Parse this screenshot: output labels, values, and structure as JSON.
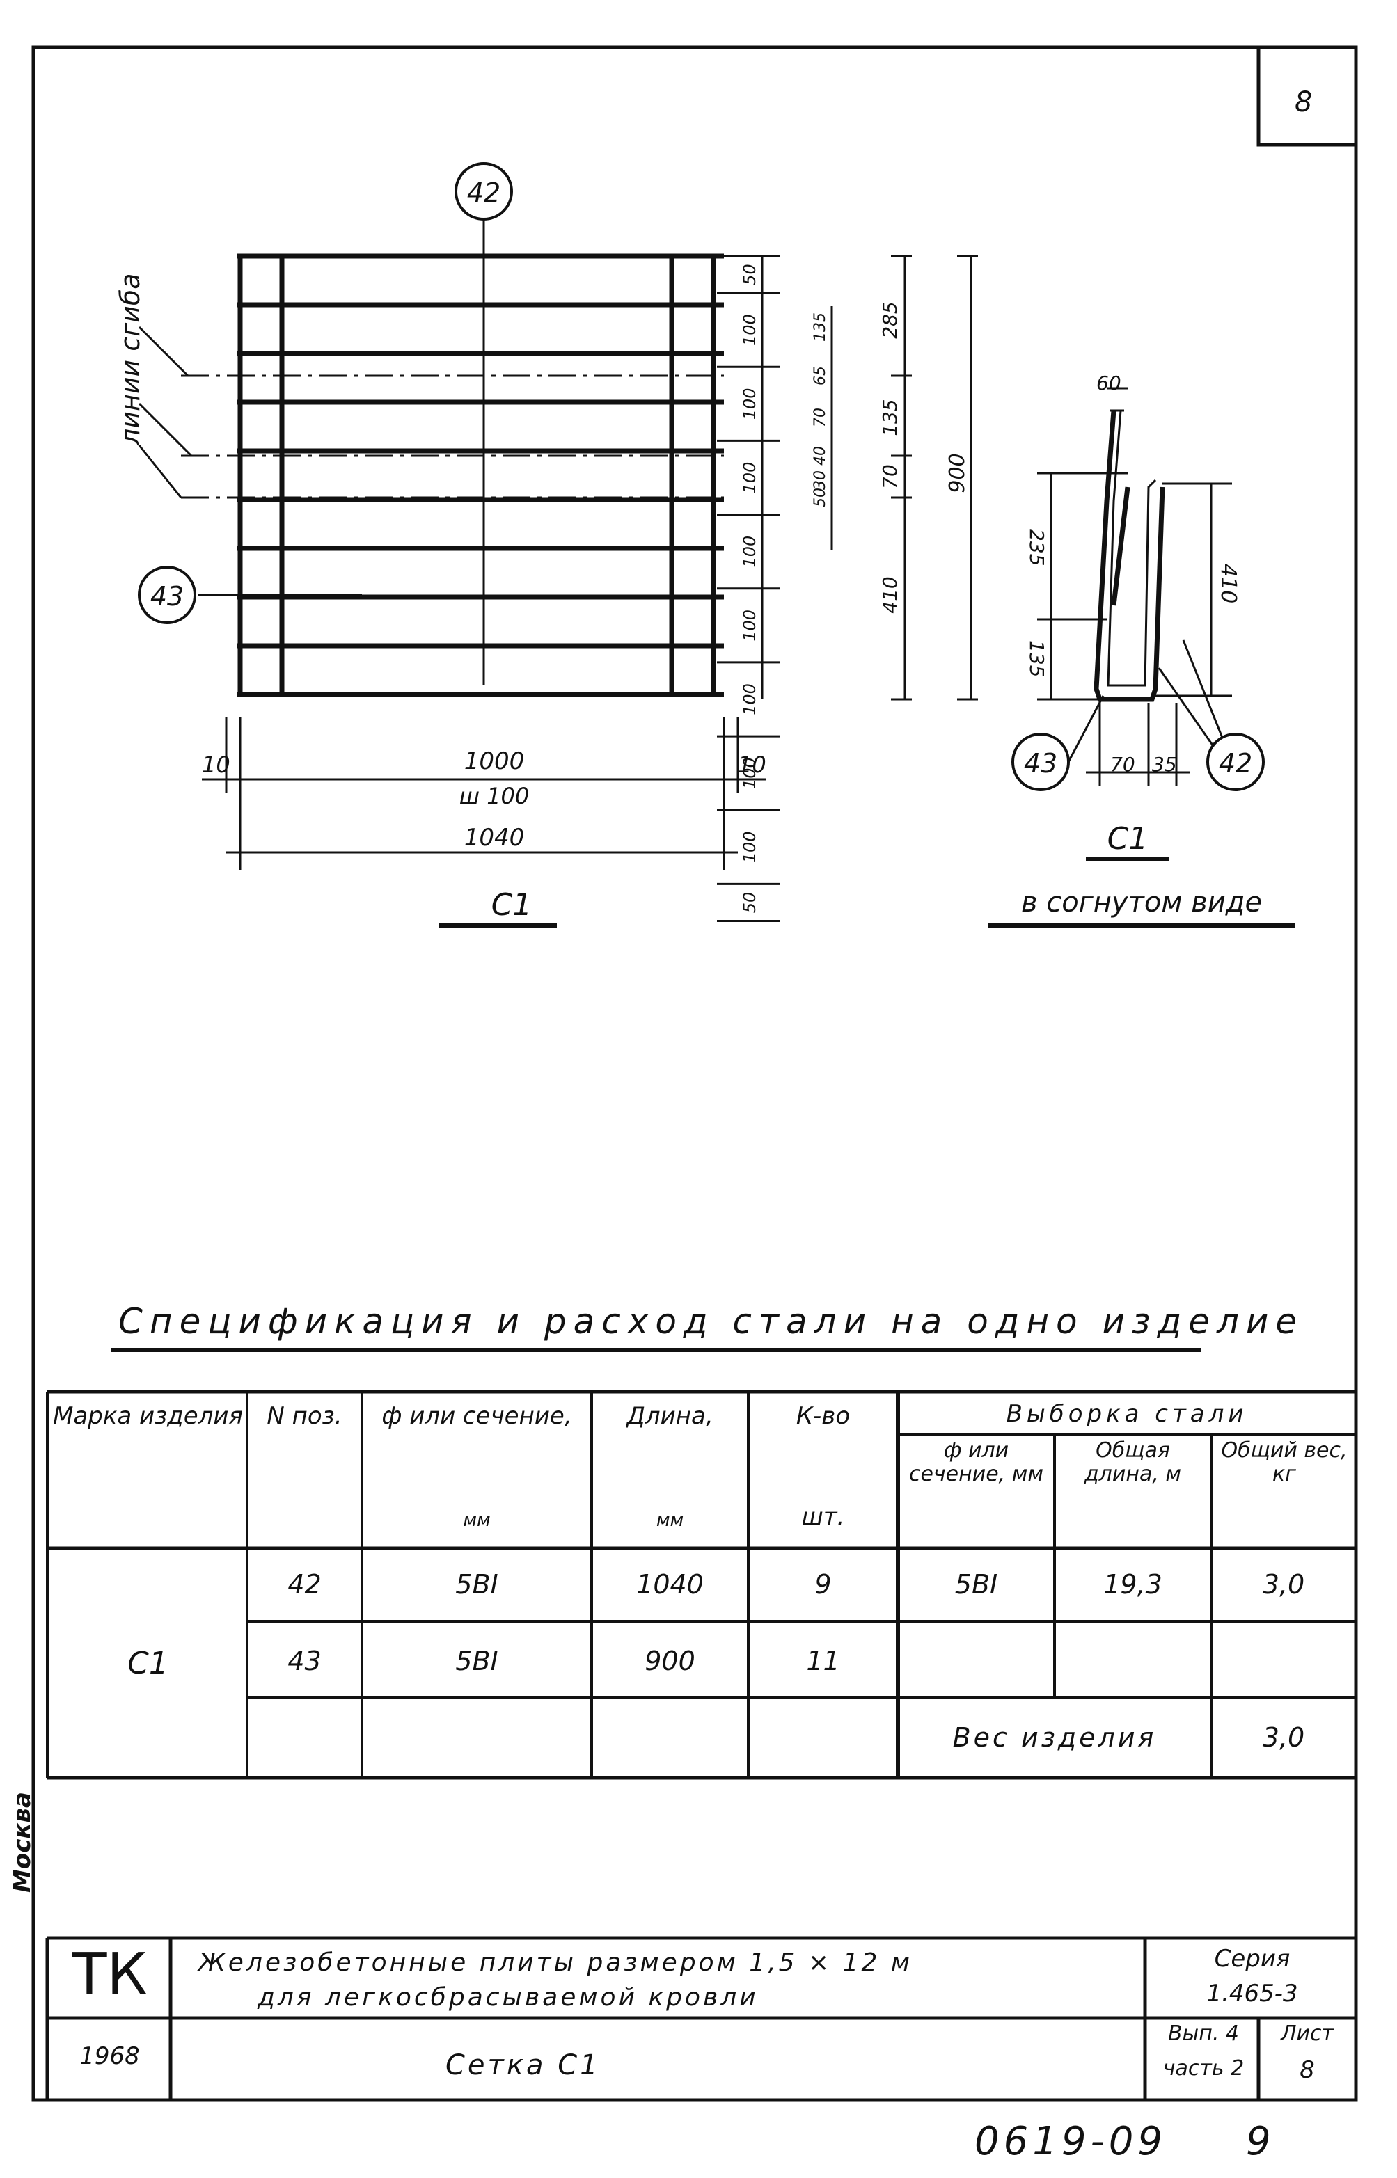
{
  "sheet": {
    "sheet_no_corner": "8",
    "city": "Москва"
  },
  "drawing": {
    "pos_a": "42",
    "pos_b": "43",
    "bend_lines_label": "линии сгиба",
    "bottom_dims": {
      "left_edge": "10",
      "span": "1000",
      "step": "ш 100",
      "right_edge": "10",
      "overall": "1040"
    },
    "right_dims": [
      "50",
      "100",
      "100",
      "100",
      "100",
      "100",
      "100",
      "100",
      "100",
      "50"
    ],
    "bend_dims": [
      "135",
      "65",
      "70",
      "40",
      "30",
      "50"
    ],
    "group_dims": [
      "285",
      "135",
      "70",
      "410"
    ],
    "overall_height": "900",
    "view_label": "С1",
    "bent": {
      "top_width": "60",
      "h_left_upper": "235",
      "h_left_lower": "135",
      "h_right": "410",
      "bottom_width": "70",
      "bottom_gap": "35",
      "label": "С1",
      "sub_label": "в согнутом виде"
    }
  },
  "spec": {
    "title": "Спецификация и расход стали на одно изделие",
    "headers": {
      "mark": "Марка изделия",
      "pos": "N поз.",
      "diam": "ф или сечение,",
      "diam_unit": "мм",
      "length": "Длина,",
      "length_unit": "мм",
      "qty": "К-во",
      "qty_unit": "шт.",
      "selection": "Выборка стали",
      "sel_diam": "ф или сечение, мм",
      "sel_length": "Общая длина, м",
      "sel_weight": "Общий вес, кг"
    },
    "mark": "С1",
    "rows": [
      {
        "pos": "42",
        "diam": "5ВI",
        "length": "1040",
        "qty": "9"
      },
      {
        "pos": "43",
        "diam": "5ВI",
        "length": "900",
        "qty": "11"
      }
    ],
    "selection_row": {
      "diam": "5ВI",
      "length": "19,3",
      "weight": "3,0"
    },
    "product_weight_label": "Вес изделия",
    "product_weight": "3,0"
  },
  "title_block": {
    "org": "ТК",
    "year": "1968",
    "line1": "Железобетонные плиты размером 1,5 × 12 м",
    "line2": "для легкосбрасываемой кровли",
    "series_label": "Серия",
    "series": "1.465-3",
    "issue": "Вып. 4",
    "part": "часть 2",
    "sheet_label": "Лист",
    "sheet": "8",
    "name": "Сетка С1"
  },
  "footer": {
    "doc_no": "0619-09",
    "page": "9"
  }
}
